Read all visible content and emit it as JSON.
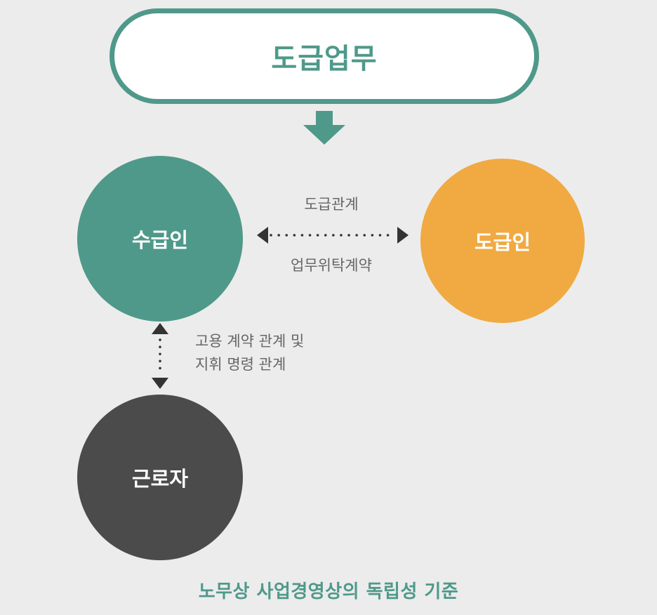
{
  "top": {
    "title": "도급업무"
  },
  "nodes": {
    "contractor_recipient": "수급인",
    "contractor_principal": "도급인",
    "worker": "근로자"
  },
  "relations": {
    "contract_relation": "도급관계",
    "work_consignment": "업무위탁계약",
    "employment_line1": "고용 계약 관계 및",
    "employment_line2": "지휘 명령 관계"
  },
  "caption": "노무상 사업경영상의 독립성 기준",
  "colors": {
    "teal": "#4f998a",
    "orange": "#f0aa41",
    "dark": "#4b4b4b",
    "background": "#ececec"
  }
}
